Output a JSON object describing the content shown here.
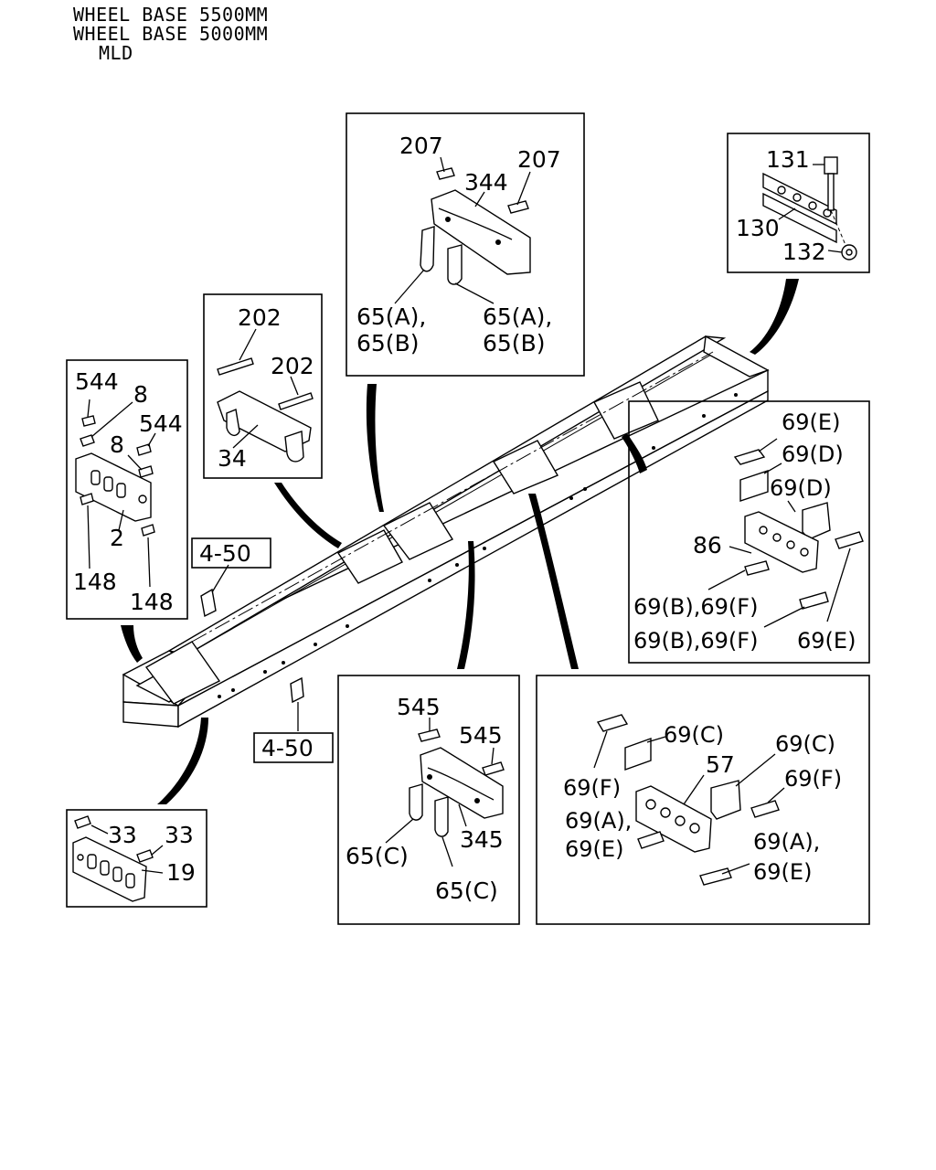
{
  "header": {
    "line1": "WHEEL BASE 5500MM",
    "line2": "WHEEL BASE 5000MM",
    "line3": "MLD"
  },
  "callouts": {
    "p207a": "207",
    "p207b": "207",
    "p344": "344",
    "p65ab_l1": "65(A),",
    "p65ab_l2": "65(B)",
    "p65ab_r1": "65(A),",
    "p65ab_r2": "65(B)",
    "p131": "131",
    "p130": "130",
    "p132": "132",
    "p202a": "202",
    "p202b": "202",
    "p34": "34",
    "p544a": "544",
    "p8a": "8",
    "p544b": "544",
    "p8b": "8",
    "p2": "2",
    "p148a": "148",
    "p148b": "148",
    "ref450a": "4-50",
    "ref450b": "4-50",
    "p69e_top": "69(E)",
    "p69d_a": "69(D)",
    "p69d_b": "69(D)",
    "p86": "86",
    "p69bf_a": "69(B),69(F)",
    "p69bf_b": "69(B),69(F)",
    "p69e_bot": "69(E)",
    "p33a": "33",
    "p33b": "33",
    "p19": "19",
    "p545a": "545",
    "p545b": "545",
    "p65c_a": "65(C)",
    "p345": "345",
    "p65c_b": "65(C)",
    "p69c_a": "69(C)",
    "p69c_b": "69(C)",
    "p57": "57",
    "p69f_a": "69(F)",
    "p69f_b": "69(F)",
    "p69ae_a1": "69(A),",
    "p69ae_a2": "69(E)",
    "p69ae_b1": "69(A),",
    "p69ae_b2": "69(E)"
  }
}
